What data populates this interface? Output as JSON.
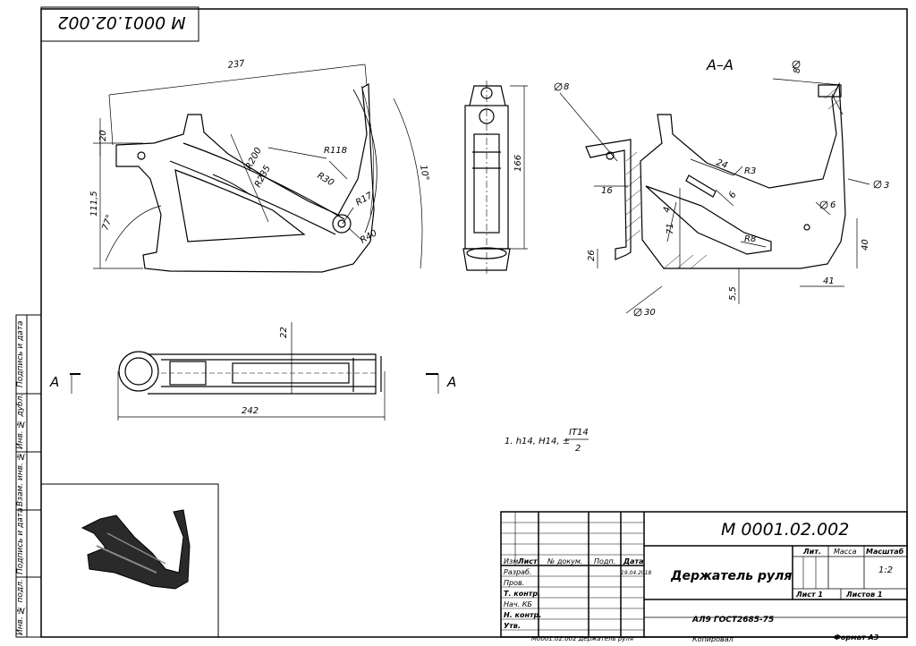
{
  "sheet": {
    "code_rotated": "М 0001.02.002",
    "section_label": "А–А",
    "section_marker_left": "А",
    "section_marker_right": "А"
  },
  "side_column": [
    "Подпись и дата",
    "Инв. № дубл.",
    "Взам. инв. №",
    "Подпись и дата",
    "Инв. № подл."
  ],
  "dimensions": {
    "view1": [
      "237",
      "20",
      "111,5",
      "77°",
      "R200",
      "R235",
      "R118",
      "R30",
      "R17",
      "R40",
      "10°"
    ],
    "view2": [
      "166"
    ],
    "section": [
      "8",
      "8",
      "16",
      "24",
      "R3",
      "6",
      "3",
      "4",
      "6",
      "71",
      "R8",
      "26",
      "40",
      "5,5",
      "41",
      "30"
    ],
    "view3": [
      "22",
      "242"
    ]
  },
  "notes": {
    "note1_prefix": "1. h14, H14, ±",
    "note1_num": "IT14",
    "note1_den": "2"
  },
  "title_block": {
    "designation": "М 0001.02.002",
    "part_name": "Держатель руля",
    "material": "АЛ9 ГОСТ2685-75",
    "col_headers": [
      "Изм",
      "Лист",
      "№ докум.",
      "Подп.",
      "Дата"
    ],
    "roles": [
      "Разраб.",
      "Пров.",
      "Т. контр.",
      "Нач. КБ",
      "Н. контр.",
      "Утв."
    ],
    "date": "19.04.2018",
    "lit_label": "Лит.",
    "mass_label": "Масса",
    "scale_label": "Масштаб",
    "scale_value": "1:2",
    "sheet_label": "Лист 1",
    "sheets_label": "Листов 1",
    "copied_label": "Копировал",
    "format_label": "Формат А3",
    "footer_text": "М0001.02.002 Держатель руля"
  }
}
